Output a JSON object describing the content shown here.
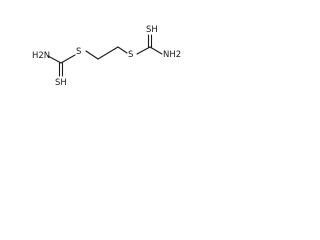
{
  "molecule": {
    "atoms": {
      "left_sulfur": "S",
      "left_thiol": "SH",
      "left_amine": "H2N",
      "right_sulfur": "S",
      "right_thiol": "SH",
      "right_amine": "NH2"
    }
  }
}
